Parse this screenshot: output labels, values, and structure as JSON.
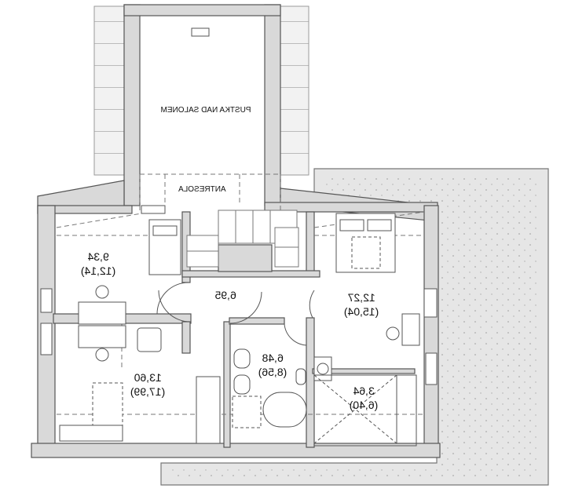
{
  "plan": {
    "title": "",
    "labels": {
      "void_over_living": "PUSTKA NAD SALONEM",
      "mezzanine": "ANTRESOLA"
    },
    "rooms": [
      {
        "id": "room-top-left",
        "area": "9,34",
        "area_sub": "(12,14)"
      },
      {
        "id": "hall",
        "area": "6,95"
      },
      {
        "id": "room-bottom-left",
        "area": "13,60",
        "area_sub": "(17,99)"
      },
      {
        "id": "bathroom",
        "area": "6,48",
        "area_sub": "(8,56)"
      },
      {
        "id": "bedroom",
        "area": "12,27",
        "area_sub": "(15,04)"
      },
      {
        "id": "closet",
        "area": "3,64",
        "area_sub": "(6,40)"
      }
    ],
    "colors": {
      "wall": "#d8d8d8",
      "wall_stroke": "#555555",
      "roof_terrace": "#e8e8e8",
      "line": "#444444"
    }
  }
}
